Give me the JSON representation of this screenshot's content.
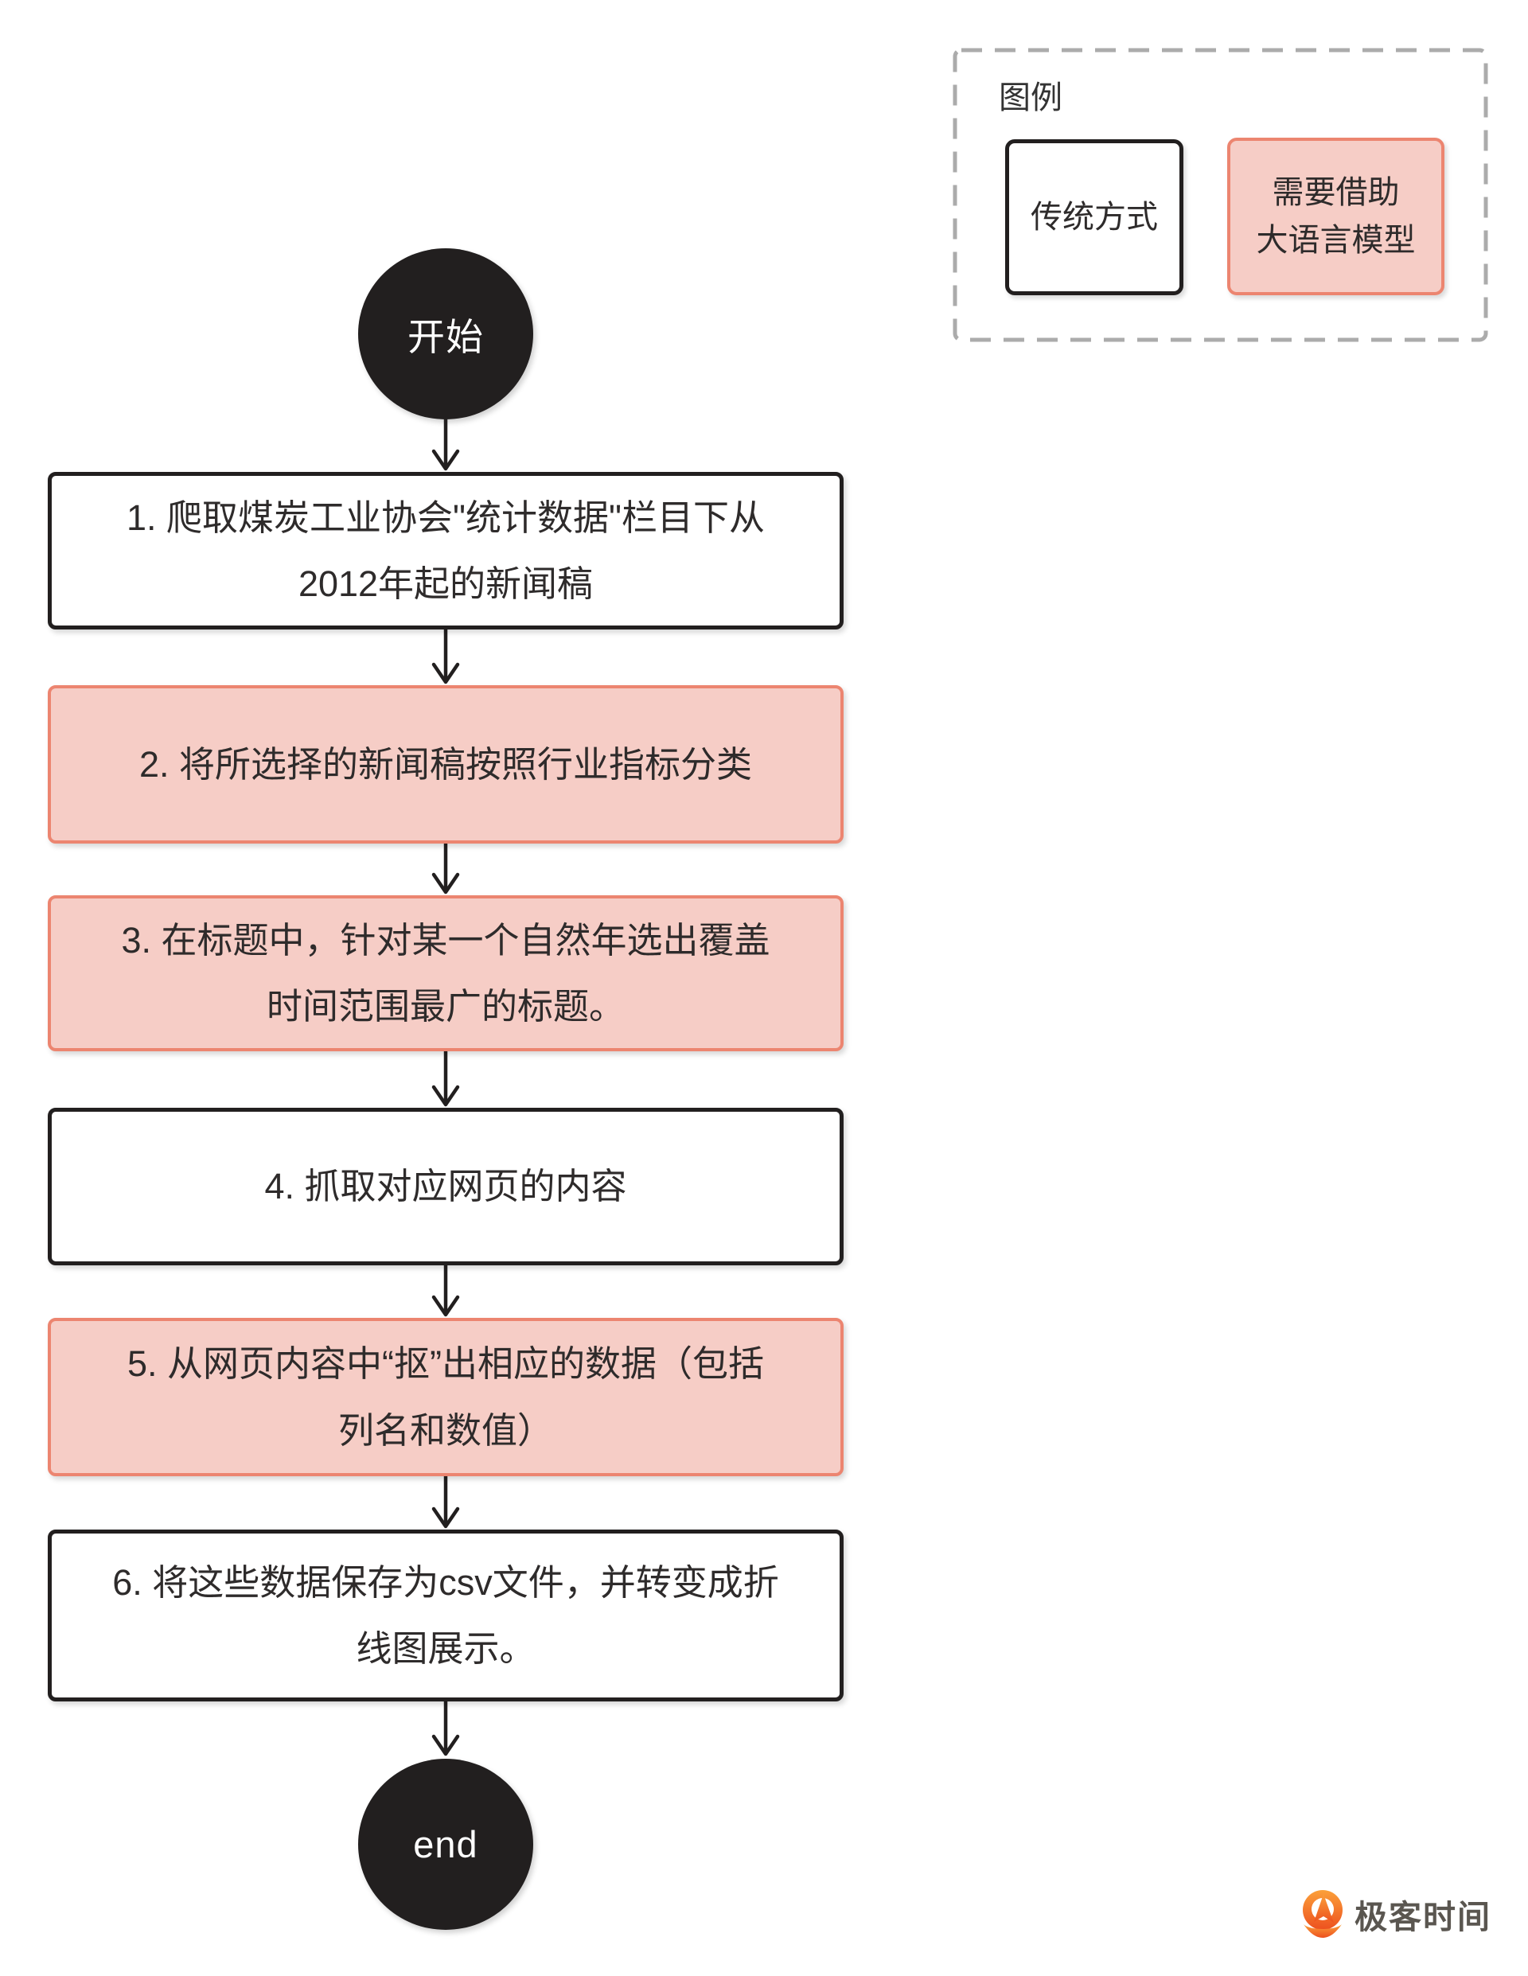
{
  "flow": {
    "start": {
      "label": "开始"
    },
    "steps": [
      {
        "id": "1",
        "type": "traditional",
        "label": "1. 爬取煤炭工业协会\"统计数据\"栏目下从\n2012年起的新闻稿"
      },
      {
        "id": "2",
        "type": "llm",
        "label": "2. 将所选择的新闻稿按照行业指标分类"
      },
      {
        "id": "3",
        "type": "llm",
        "label": "3. 在标题中，针对某一个自然年选出覆盖\n时间范围最广的标题。"
      },
      {
        "id": "4",
        "type": "traditional",
        "label": "4. 抓取对应网页的内容"
      },
      {
        "id": "5",
        "type": "llm",
        "label": "5. 从网页内容中“抠”出相应的数据（包括\n列名和数值）"
      },
      {
        "id": "6",
        "type": "traditional",
        "label": "6. 将这些数据保存为csv文件，并转变成折\n线图展示。"
      }
    ],
    "end": {
      "label": "end"
    }
  },
  "legend": {
    "title": "图例",
    "items": [
      {
        "type": "traditional",
        "label": "传统方式"
      },
      {
        "type": "llm",
        "label": "需要借助\n大语言模型"
      }
    ]
  },
  "branding": {
    "logo_text": "极客时间"
  },
  "colors": {
    "llm_fill": "#f6cdc6",
    "llm_border": "#ec8570",
    "node_ink": "#221f1f",
    "text_ink": "#2e2b2b",
    "legend_dash": "#ababab",
    "logo_orange_top": "#fba03a",
    "logo_orange_bottom": "#ed511f",
    "logo_text_color": "#5a5650"
  }
}
